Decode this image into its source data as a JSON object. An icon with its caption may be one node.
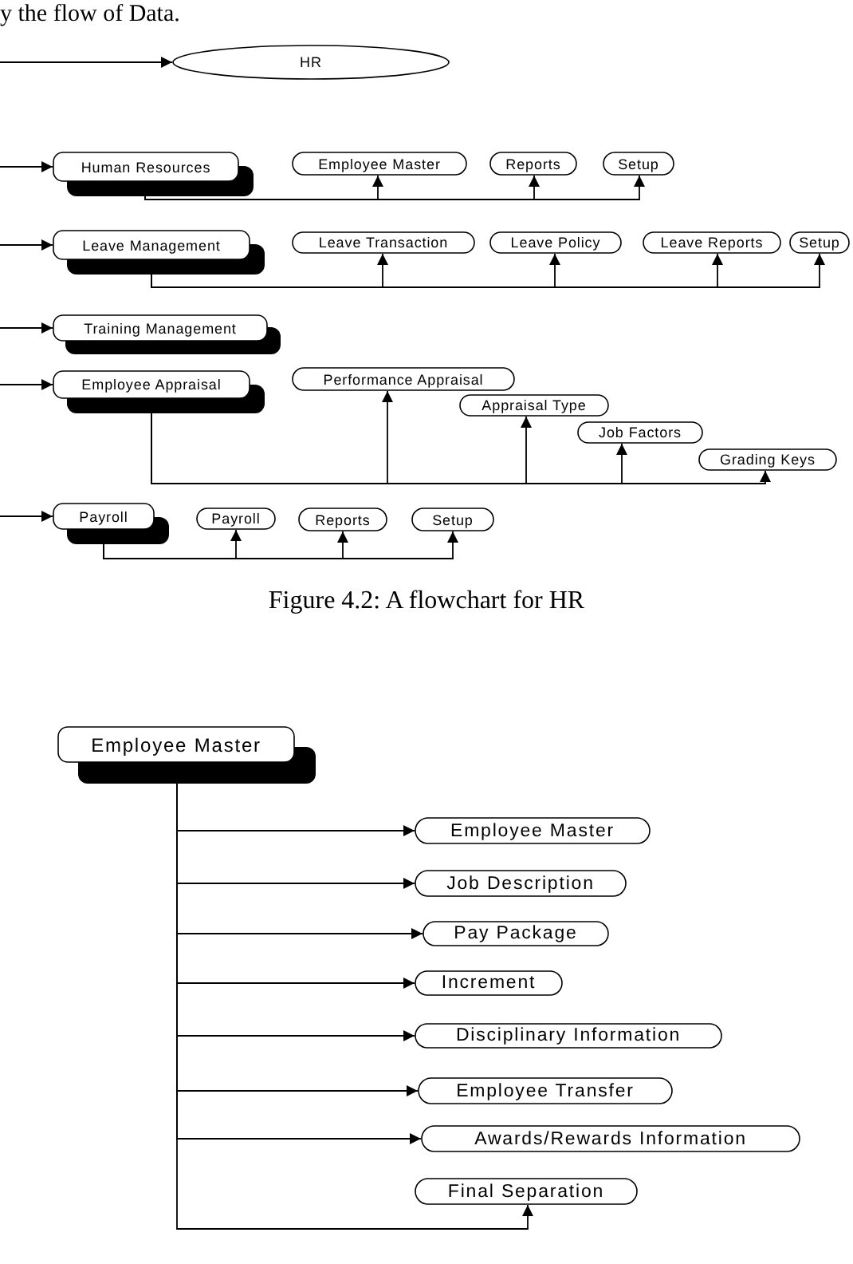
{
  "diagram": {
    "caption": "Figure 4.2: A flowchart for HR",
    "nodes": [
      {
        "text": [
          "HR"
        ]
      },
      {
        "text": [
          "Human Resources"
        ]
      },
      {
        "text": [
          "Employee Master"
        ]
      },
      {
        "text": [
          "Reports"
        ]
      },
      {
        "text": [
          "Setup"
        ]
      },
      {
        "text": [
          "Leave Management"
        ]
      },
      {
        "text": [
          "Leave Transaction"
        ]
      },
      {
        "text": [
          "Leave Policy"
        ]
      },
      {
        "text": [
          "Leave Reports"
        ]
      },
      {
        "text": [
          "Setup"
        ]
      },
      {
        "text": [
          "Training Management"
        ]
      },
      {
        "text": [
          "Employee Appraisal"
        ]
      },
      {
        "text": [
          "Performance Appraisal"
        ]
      },
      {
        "text": [
          "Appraisal Type"
        ]
      },
      {
        "text": [
          "Job Factors"
        ]
      },
      {
        "text": [
          "Grading Keys"
        ]
      },
      {
        "text": [
          "Payroll"
        ]
      },
      {
        "text": [
          "Payroll"
        ]
      },
      {
        "text": [
          "Reports"
        ]
      },
      {
        "text": [
          "Setup"
        ]
      },
      {
        "text": [
          "Employee Master"
        ]
      },
      {
        "text": [
          "Employee Master"
        ]
      },
      {
        "text": [
          "Job Description"
        ]
      },
      {
        "text": [
          "Pay Package"
        ]
      },
      {
        "text": [
          "Increment"
        ]
      },
      {
        "text": [
          "Disciplinary Information"
        ]
      },
      {
        "text": [
          "Employee Transfer"
        ]
      },
      {
        "text": [
          "Awards/Rewards Information"
        ]
      },
      {
        "text": [
          "Final Separation"
        ]
      }
    ],
    "edges": [
      {
        "from": null,
        "to": 0,
        "arrow": "to"
      },
      {
        "from": null,
        "to": 1,
        "arrow": "to"
      },
      {
        "from": 1,
        "to": 2,
        "arrow": "to"
      },
      {
        "from": 1,
        "to": 3,
        "arrow": "to"
      },
      {
        "from": 1,
        "to": 4,
        "arrow": "to"
      },
      {
        "from": null,
        "to": 5,
        "arrow": "to"
      },
      {
        "from": 5,
        "to": 6,
        "arrow": "to"
      },
      {
        "from": 5,
        "to": 7,
        "arrow": "to"
      },
      {
        "from": 5,
        "to": 8,
        "arrow": "to"
      },
      {
        "from": 5,
        "to": 9,
        "arrow": "to"
      },
      {
        "from": null,
        "to": 10,
        "arrow": "to"
      },
      {
        "from": null,
        "to": 11,
        "arrow": "to"
      },
      {
        "from": 11,
        "to": 12,
        "arrow": "to"
      },
      {
        "from": 11,
        "to": 13,
        "arrow": "to"
      },
      {
        "from": 11,
        "to": 14,
        "arrow": "to"
      },
      {
        "from": 11,
        "to": 15,
        "arrow": "to"
      },
      {
        "from": null,
        "to": 16,
        "arrow": "to"
      },
      {
        "from": 16,
        "to": 17,
        "arrow": "to"
      },
      {
        "from": 16,
        "to": 18,
        "arrow": "to"
      },
      {
        "from": 16,
        "to": 19,
        "arrow": "to"
      },
      {
        "from": 20,
        "to": 21,
        "arrow": "to"
      },
      {
        "from": 20,
        "to": 22,
        "arrow": "to"
      },
      {
        "from": 20,
        "to": 23,
        "arrow": "to"
      },
      {
        "from": 20,
        "to": 24,
        "arrow": "to"
      },
      {
        "from": 20,
        "to": 25,
        "arrow": "to"
      },
      {
        "from": 20,
        "to": 26,
        "arrow": "to"
      },
      {
        "from": 20,
        "to": 27,
        "arrow": "to"
      },
      {
        "from": 20,
        "to": 28,
        "arrow": "to"
      }
    ],
    "labels": [
      "y the flow of Data."
    ]
  }
}
